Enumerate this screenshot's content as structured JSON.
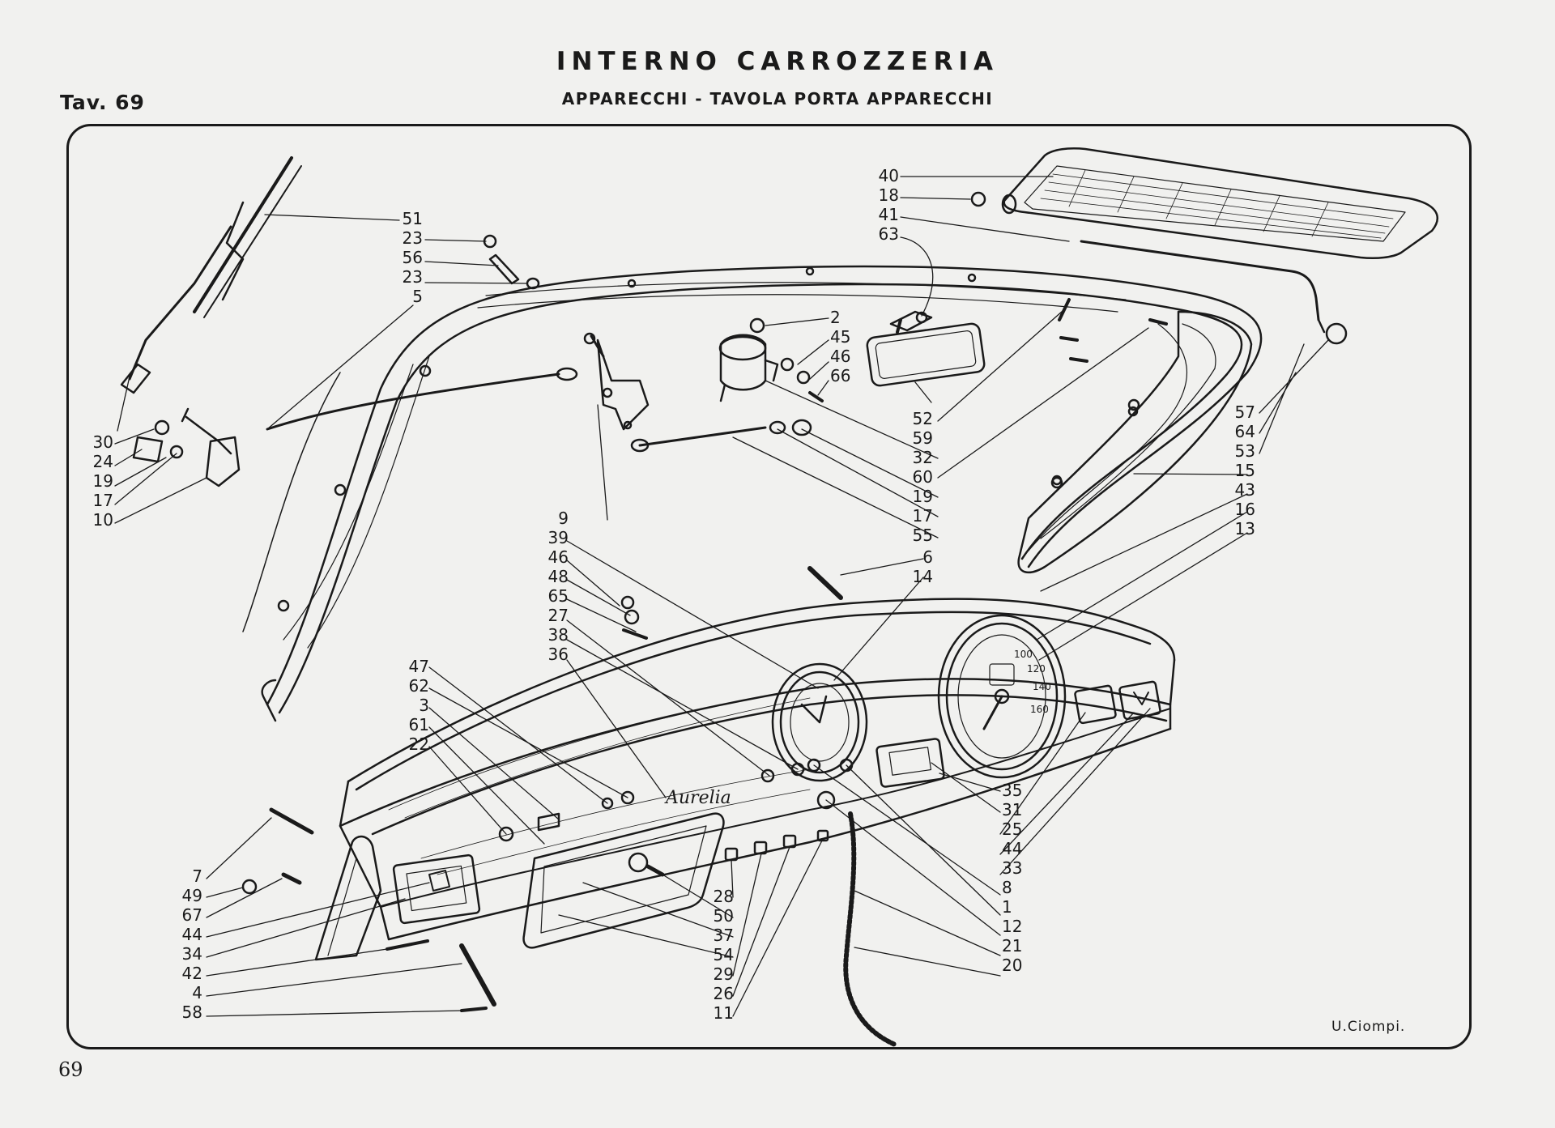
{
  "header": {
    "title": "INTERNO CARROZZERIA",
    "subtitle": "APPARECCHI - TAVOLA PORTA APPARECCHI",
    "plate": "Tav. 69"
  },
  "footer": {
    "page_number": "69",
    "signature": "U.Ciompi."
  },
  "dashboard_script": "Aurelia",
  "speedometer_marks": [
    "100",
    "120",
    "140",
    "160"
  ],
  "labels": {
    "wiper": "51\n23\n56\n23\n5",
    "wiper_base": "30\n24\n19\n17\n10",
    "visor": "40\n18\n41\n63",
    "cable_stack": "2\n45\n46\n66",
    "mirror": "52\n59\n32\n60\n19\n17\n55",
    "pillar": "57\n64\n53\n15\n43\n16\n13",
    "center_left": "9\n39\n46\n48\n65\n27\n38\n36",
    "center_right": "6\n14",
    "left_mid": "47\n62\n3\n61\n22",
    "left_low": "7\n49\n67\n44\n34\n42\n4\n58",
    "bottom_mid": "28\n50\n37\n54\n29\n26\n11",
    "right_low": "35\n31\n25\n44\n33\n8\n1\n12\n21\n20"
  }
}
